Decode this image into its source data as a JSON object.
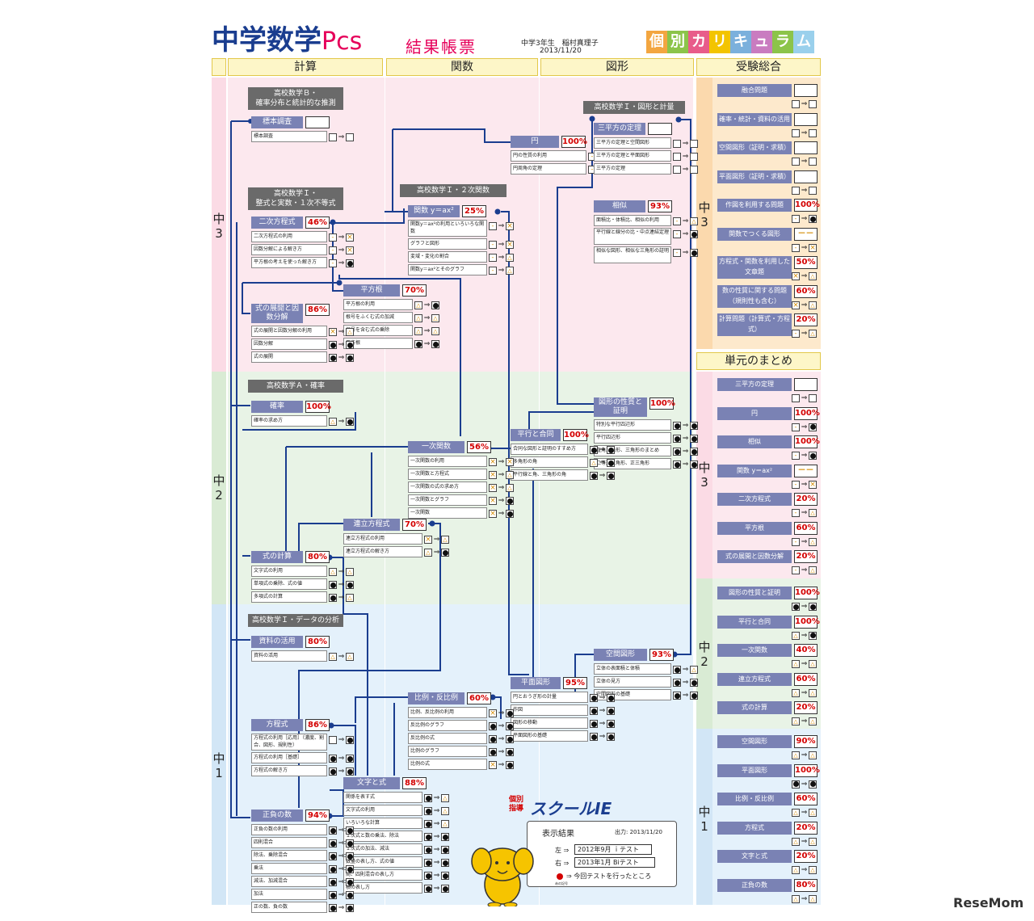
{
  "header": {
    "title_main": "中学数学",
    "title_pcs": "Pcs",
    "title_sub": "結果帳票",
    "student_line": "中学3年生　稲村真理子",
    "date": "2013/11/20",
    "kobetsu_chars": [
      "個",
      "別",
      "カ",
      "リ",
      "キ",
      "ュ",
      "ラ",
      "ム"
    ]
  },
  "columns": [
    "計算",
    "関数",
    "図形",
    "受験総合"
  ],
  "unit_summary": "単元のまとめ",
  "grades": {
    "g3": "中\n3",
    "g2": "中\n2",
    "g1": "中\n1"
  },
  "hs_titles": {
    "b": "高校数学Ｂ・\n確率分布と統計的な推測",
    "i_calc": "高校数学Ｉ・\n整式と実数・１次不等式",
    "i_func": "高校数学Ｉ・２次関数",
    "i_geo": "高校数学Ｉ・図形と計量",
    "a": "高校数学Ａ・確率",
    "i_data": "高校数学Ｉ・データの分析"
  },
  "units": [
    {
      "id": "hyohon",
      "title": "標本調査",
      "pct": "",
      "rows": [
        {
          "l": "標本調査",
          "m": "□⇒□"
        }
      ]
    },
    {
      "id": "niji",
      "title": "二次方程式",
      "pct": "46%",
      "rows": [
        {
          "l": "二次方程式の利用",
          "m": "－⇒✕"
        },
        {
          "l": "因数分解による解き方",
          "m": "－⇒✕"
        },
        {
          "l": "平方根の考えを使った解き方",
          "m": "－⇒●"
        }
      ]
    },
    {
      "id": "kansu",
      "title": "関数 y＝ax²",
      "pct": "25%",
      "rows": [
        {
          "l": "関数y＝ax²の利用といろいろな関数",
          "m": "－⇒✕"
        },
        {
          "l": "グラフと図形",
          "m": "－⇒✕"
        },
        {
          "l": "変域・変化の割合",
          "m": "－⇒△"
        },
        {
          "l": "関数y＝ax²とそのグラフ",
          "m": "－⇒△"
        }
      ]
    },
    {
      "id": "en",
      "title": "円",
      "pct": "100%",
      "rows": [
        {
          "l": "円の性質の利用",
          "m": "－⇒●"
        },
        {
          "l": "円周角の定理",
          "m": "－⇒●"
        }
      ]
    },
    {
      "id": "sanheiho",
      "title": "三平方の定理",
      "pct": "",
      "rows": [
        {
          "l": "三平方の定理と空間図形",
          "m": "□⇒□"
        },
        {
          "l": "三平方の定理と平面図形",
          "m": "□⇒□"
        },
        {
          "l": "三平方の定理",
          "m": "□⇒□"
        }
      ]
    },
    {
      "id": "soji",
      "title": "相似",
      "pct": "93%",
      "rows": [
        {
          "l": "面積比・体積比、相似の利用",
          "m": "－⇒△"
        },
        {
          "l": "平行線と線分の比・中点連結定理",
          "m": "－⇒●"
        },
        {
          "l": "相似な図形、相似な三角形の証明",
          "m": "－⇒●"
        }
      ]
    },
    {
      "id": "heihokon",
      "title": "平方根",
      "pct": "70%",
      "rows": [
        {
          "l": "平方根の利用",
          "m": "△⇒●"
        },
        {
          "l": "根号をふくむ式の加減",
          "m": "△⇒△"
        },
        {
          "l": "根号を含む式の乗除",
          "m": "△⇒△"
        },
        {
          "l": "平方根",
          "m": "●⇒●"
        }
      ]
    },
    {
      "id": "tenkai",
      "title": "式の展開と因数分解",
      "pct": "86%",
      "rows": [
        {
          "l": "式の展開と因数分解の利用",
          "m": "✕⇒△"
        },
        {
          "l": "因数分解",
          "m": "●⇒●"
        },
        {
          "l": "式の展開",
          "m": "●⇒●"
        }
      ]
    },
    {
      "id": "kakuritsu",
      "title": "確率",
      "pct": "100%",
      "rows": [
        {
          "l": "確率の求め方",
          "m": "△⇒●"
        }
      ]
    },
    {
      "id": "zukei_shomei",
      "title": "図形の性質と証明",
      "pct": "100%",
      "rows": [
        {
          "l": "特別な平行四辺形",
          "m": "●⇒●"
        },
        {
          "l": "平行四辺形",
          "m": "●⇒●"
        },
        {
          "l": "直角三角形、三角形のまとめ",
          "m": "●⇒●"
        },
        {
          "l": "二等辺三角形、正三角形",
          "m": "●⇒●"
        }
      ]
    },
    {
      "id": "heiko",
      "title": "平行と合同",
      "pct": "100%",
      "rows": [
        {
          "l": "合同な図形と証明のすすめ方",
          "m": "●⇒●"
        },
        {
          "l": "多角形の角",
          "m": "△⇒●"
        },
        {
          "l": "平行線と角、三角形の角",
          "m": "●⇒●"
        }
      ]
    },
    {
      "id": "ichiji",
      "title": "一次関数",
      "pct": "56%",
      "rows": [
        {
          "l": "一次関数の利用",
          "m": "✕⇒✕"
        },
        {
          "l": "一次関数と方程式",
          "m": "✕⇒△"
        },
        {
          "l": "一次関数の式の求め方",
          "m": "✕⇒△"
        },
        {
          "l": "一次関数とグラフ",
          "m": "✕⇒●"
        },
        {
          "l": "一次関数",
          "m": "✕⇒●"
        }
      ]
    },
    {
      "id": "renritsu",
      "title": "連立方程式",
      "pct": "70%",
      "rows": [
        {
          "l": "連立方程式の利用",
          "m": "✕⇒△"
        },
        {
          "l": "連立方程式の解き方",
          "m": "△⇒●"
        }
      ]
    },
    {
      "id": "shiki",
      "title": "式の計算",
      "pct": "80%",
      "rows": [
        {
          "l": "文字式の利用",
          "m": "△⇒△"
        },
        {
          "l": "単項式の乗除、式の値",
          "m": "●⇒●"
        },
        {
          "l": "多項式の計算",
          "m": "●⇒△"
        }
      ]
    },
    {
      "id": "shiryo",
      "title": "資料の活用",
      "pct": "80%",
      "rows": [
        {
          "l": "資料の活用",
          "m": "△⇒△"
        }
      ]
    },
    {
      "id": "kukan",
      "title": "空間図形",
      "pct": "93%",
      "rows": [
        {
          "l": "立体の表面積と体積",
          "m": "●⇒△"
        },
        {
          "l": "立体の見方",
          "m": "●⇒●"
        },
        {
          "l": "空間図形の基礎",
          "m": "●⇒●"
        }
      ]
    },
    {
      "id": "heimen",
      "title": "平面図形",
      "pct": "95%",
      "rows": [
        {
          "l": "円とおうぎ形の計量",
          "m": "●⇒●"
        },
        {
          "l": "作図",
          "m": "●⇒●"
        },
        {
          "l": "図形の移動",
          "m": "●⇒●"
        },
        {
          "l": "平面図形の基礎",
          "m": "●⇒●"
        }
      ]
    },
    {
      "id": "hirei",
      "title": "比例・反比例",
      "pct": "60%",
      "rows": [
        {
          "l": "比例、反比例の利用",
          "m": "✕⇒●"
        },
        {
          "l": "反比例のグラフ",
          "m": "●⇒●"
        },
        {
          "l": "反比例の式",
          "m": "●⇒●"
        },
        {
          "l": "比例のグラフ",
          "m": "●⇒●"
        },
        {
          "l": "比例の式",
          "m": "✕⇒●"
        }
      ]
    },
    {
      "id": "hoteishiki",
      "title": "方程式",
      "pct": "86%",
      "rows": [
        {
          "l": "方程式の利用［応用］（濃度、割合、図形、規則性）",
          "m": "□⇒●"
        },
        {
          "l": "方程式の利用［基礎］",
          "m": "●⇒●"
        },
        {
          "l": "方程式の解き方",
          "m": "●⇒●"
        }
      ]
    },
    {
      "id": "moji",
      "title": "文字と式",
      "pct": "88%",
      "rows": [
        {
          "l": "関係を表す式",
          "m": "●⇒△"
        },
        {
          "l": "文字式の利用",
          "m": "●⇒△"
        },
        {
          "l": "いろいろな計算",
          "m": "●⇒△"
        },
        {
          "l": "１次式と数の乗法、除法",
          "m": "●⇒●"
        },
        {
          "l": "１次式の加法、減法",
          "m": "●⇒●"
        },
        {
          "l": "数量の表し方、式の値",
          "m": "●⇒●"
        },
        {
          "l": "商、四則混合の表し方",
          "m": "●⇒●"
        },
        {
          "l": "積の表し方",
          "m": "●⇒●"
        }
      ]
    },
    {
      "id": "seifu",
      "title": "正負の数",
      "pct": "94%",
      "rows": [
        {
          "l": "正負の数の利用",
          "m": "●⇒●"
        },
        {
          "l": "四則混合",
          "m": "●⇒●"
        },
        {
          "l": "除法、乗除混合",
          "m": "●⇒●"
        },
        {
          "l": "乗法",
          "m": "●⇒●"
        },
        {
          "l": "減法、加減混合",
          "m": "●⇒●"
        },
        {
          "l": "加法",
          "m": "●⇒●"
        },
        {
          "l": "正の数、負の数",
          "m": "●⇒●"
        }
      ]
    }
  ],
  "juken": [
    {
      "l": "融合問題",
      "p": "",
      "m": "□⇒□"
    },
    {
      "l": "確率・統計・資料の活用",
      "p": "",
      "m": "□⇒□"
    },
    {
      "l": "空間図形（証明・求積）",
      "p": "",
      "m": "□⇒□"
    },
    {
      "l": "平面図形（証明・求積）",
      "p": "",
      "m": "□⇒□"
    },
    {
      "l": "作図を利用する問題",
      "p": "100%",
      "m": "－⇒●"
    },
    {
      "l": "関数でつくる図形",
      "p": "－－",
      "m": "－⇒✕"
    },
    {
      "l": "方程式・関数を利用した文章題",
      "p": "50%",
      "m": "✕⇒△"
    },
    {
      "l": "数の性質に関する問題（規則性も含む）",
      "p": "60%",
      "m": "✕⇒△"
    },
    {
      "l": "計算問題（計算式・方程式）",
      "p": "20%",
      "m": "－⇒△"
    }
  ],
  "matome3": [
    {
      "l": "三平方の定理",
      "p": "",
      "m": "□⇒□"
    },
    {
      "l": "円",
      "p": "100%",
      "m": "－⇒●"
    },
    {
      "l": "相似",
      "p": "100%",
      "m": "－⇒●"
    },
    {
      "l": "関数 y＝ax²",
      "p": "－－",
      "m": "－⇒✕"
    },
    {
      "l": "二次方程式",
      "p": "20%",
      "m": "－⇒△"
    },
    {
      "l": "平方根",
      "p": "60%",
      "m": "－⇒△"
    },
    {
      "l": "式の展開と因数分解",
      "p": "20%",
      "m": "－⇒△"
    }
  ],
  "matome2": [
    {
      "l": "図形の性質と証明",
      "p": "100%",
      "m": "●⇒●"
    },
    {
      "l": "平行と合同",
      "p": "100%",
      "m": "△⇒●"
    },
    {
      "l": "一次関数",
      "p": "40%",
      "m": "△⇒△"
    },
    {
      "l": "連立方程式",
      "p": "60%",
      "m": "△⇒△"
    },
    {
      "l": "式の計算",
      "p": "20%",
      "m": "△⇒△"
    }
  ],
  "matome1": [
    {
      "l": "空間図形",
      "p": "90%",
      "m": "△⇒△"
    },
    {
      "l": "平面図形",
      "p": "100%",
      "m": "●⇒●"
    },
    {
      "l": "比例・反比例",
      "p": "60%",
      "m": "△⇒△"
    },
    {
      "l": "方程式",
      "p": "20%",
      "m": "△⇒△"
    },
    {
      "l": "文字と式",
      "p": "20%",
      "m": "△⇒△"
    },
    {
      "l": "正負の数",
      "p": "80%",
      "m": "△⇒△"
    }
  ],
  "legend": {
    "title": "表示結果",
    "output": "出力: 2013/11/20",
    "left_label": "左 ⇒",
    "left_val": "2012年9月 ｉテスト",
    "right_label": "右 ⇒",
    "right_val": "2013年1月 Biテスト",
    "dot_note": "⇒ 今回テストを行ったところ",
    "small": "赤の記号"
  },
  "logo": {
    "kobetsu": "個別\n指導",
    "school": "スクールIE"
  },
  "watermark": "ReseMom",
  "colors": {
    "pink": "#fce8ee",
    "green": "#e8f3e6",
    "blue": "#e4f1fb",
    "orange": "#fde9cc",
    "navy": "#1a3d8f",
    "unit": "#7a82b4",
    "red": "#d40000"
  }
}
